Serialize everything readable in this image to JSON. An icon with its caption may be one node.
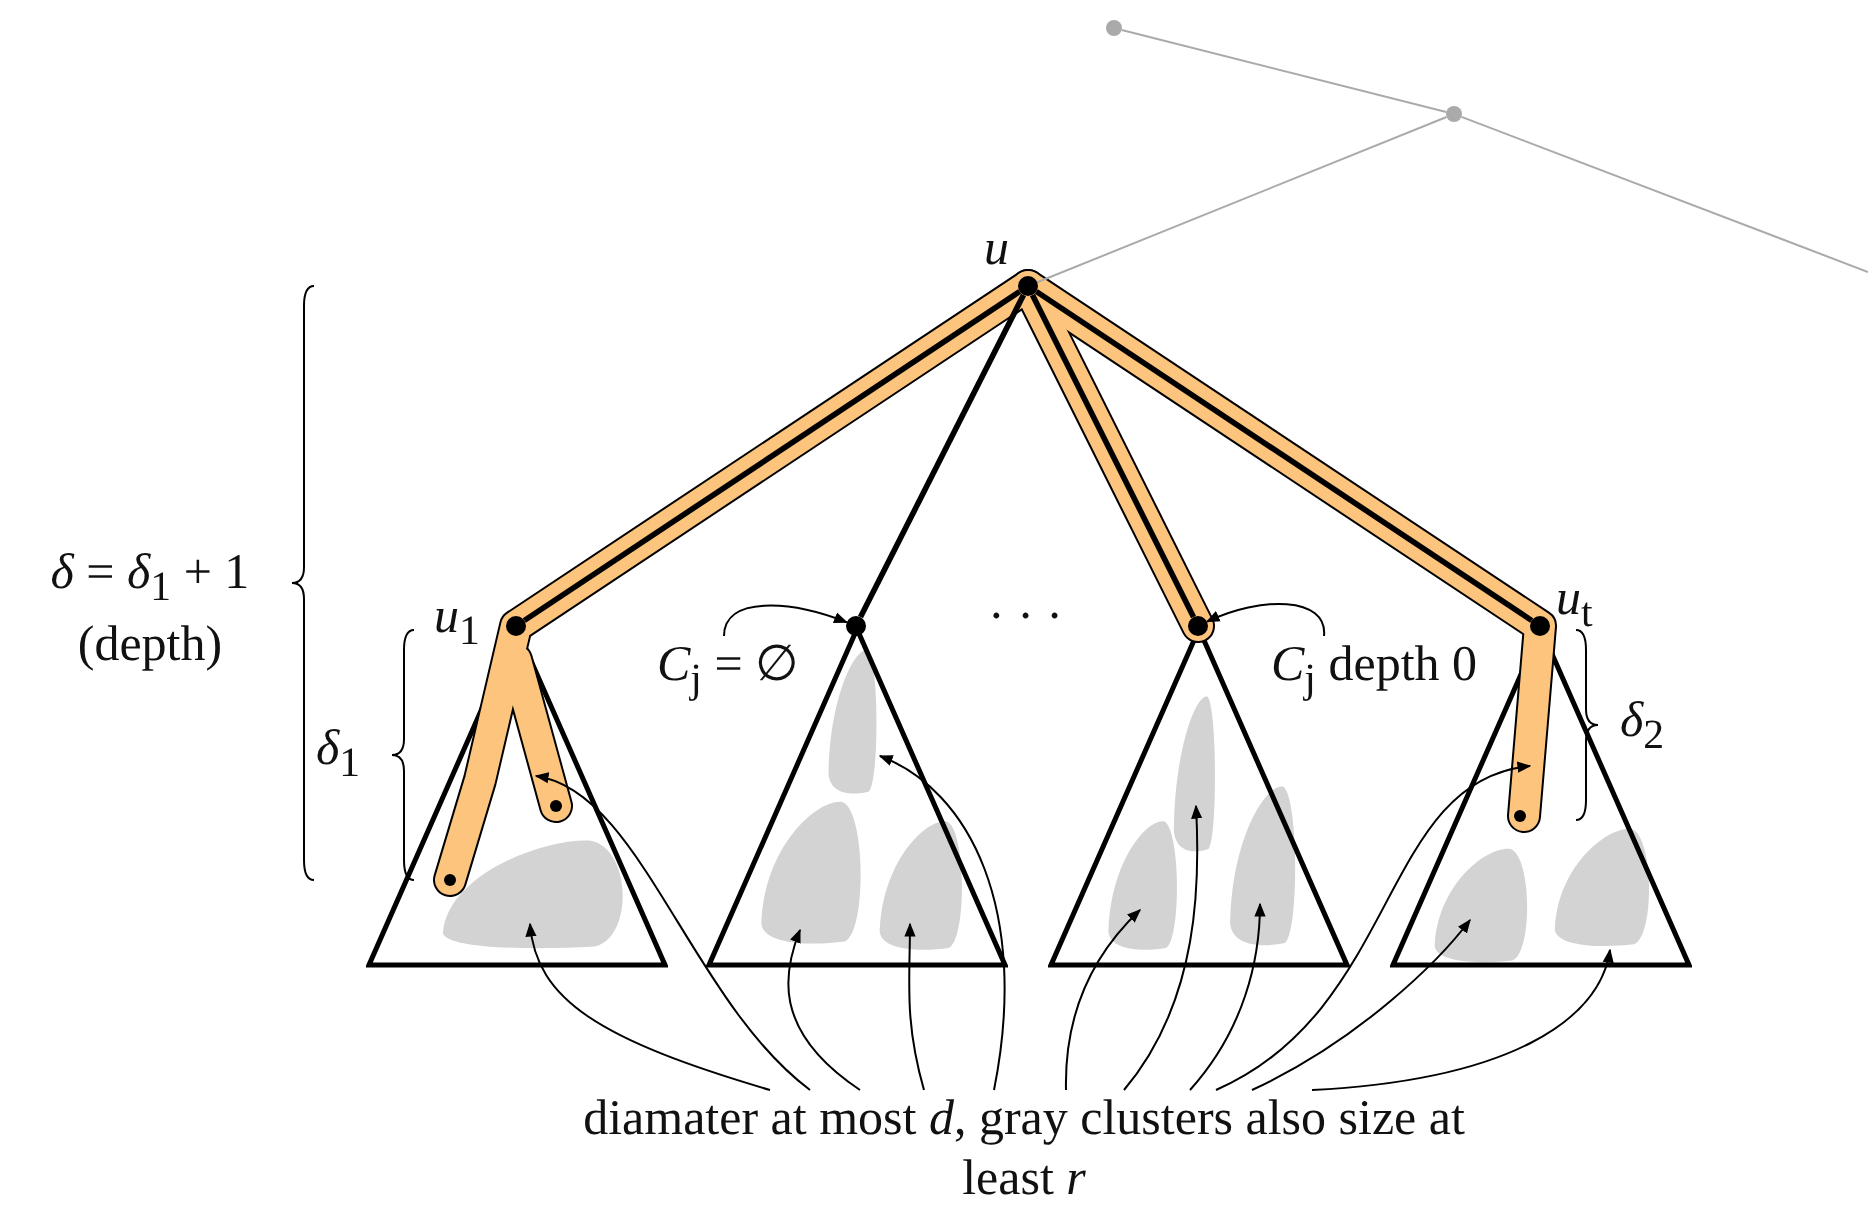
{
  "diagram": {
    "nodes": [
      {
        "text": [],
        "shape": "circle"
      },
      {
        "text": [],
        "shape": "circle"
      },
      {
        "text": [],
        "shape": "circle",
        "beside": [
          "*u*"
        ]
      },
      {
        "text": [],
        "shape": "triangle"
      },
      {
        "text": [],
        "shape": "circle",
        "beside": [
          "*u*$_{1}$"
        ]
      },
      {
        "text": [],
        "shape": "blob",
        "in": 3
      },
      {
        "text": [],
        "shape": "triangle"
      },
      {
        "text": [],
        "shape": "circle"
      },
      {
        "text": [],
        "shape": "blob",
        "in": 6
      },
      {
        "text": [],
        "shape": "blob",
        "in": 6
      },
      {
        "text": [],
        "shape": "blob",
        "in": 6
      },
      {
        "text": [],
        "shape": "triangle"
      },
      {
        "text": [],
        "shape": "circle"
      },
      {
        "text": [],
        "shape": "blob",
        "in": 11
      },
      {
        "text": [],
        "shape": "blob",
        "in": 11
      },
      {
        "text": [],
        "shape": "blob",
        "in": 11
      },
      {
        "text": [],
        "shape": "triangle"
      },
      {
        "text": [],
        "shape": "circle",
        "beside": [
          "*u*$_{t}$"
        ]
      },
      {
        "text": [],
        "shape": "blob",
        "in": 16
      },
      {
        "text": [],
        "shape": "blob",
        "in": 16
      },
      {
        "text": [
          "*C*$_{j}$ = ∅"
        ]
      },
      {
        "text": [
          "*C*$_{j}$ depth 0"
        ]
      },
      {
        "text": [
          "diamater at most *d*, gray clusters also size at least *r*"
        ]
      }
    ],
    "edges": [
      {
        "from": 1,
        "to": 0,
        "arrow": "none",
        "color": "#aaaaaa"
      },
      {
        "from": 2,
        "to": 1,
        "arrow": "none",
        "color": "#aaaaaa"
      },
      {
        "from": 1,
        "to": null,
        "arrow": "none",
        "color": "#aaaaaa"
      },
      {
        "from": 2,
        "to": 4,
        "arrow": "none",
        "style": "thick"
      },
      {
        "from": 2,
        "to": 7,
        "arrow": "none",
        "style": "thick"
      },
      {
        "from": 2,
        "to": 12,
        "arrow": "none",
        "style": "thick"
      },
      {
        "from": 2,
        "to": 17,
        "arrow": "none",
        "style": "thick"
      },
      {
        "from": 20,
        "to": 7,
        "arrow": "to"
      },
      {
        "from": 21,
        "to": 12,
        "arrow": "to"
      },
      {
        "from": 22,
        "to": 5,
        "arrow": "to"
      },
      {
        "from": 22,
        "to": 3,
        "arrow": "to"
      },
      {
        "from": 22,
        "to": 9,
        "arrow": "to"
      },
      {
        "from": 22,
        "to": 10,
        "arrow": "to"
      },
      {
        "from": 22,
        "to": 8,
        "arrow": "to"
      },
      {
        "from": 22,
        "to": 13,
        "arrow": "to"
      },
      {
        "from": 22,
        "to": 14,
        "arrow": "to"
      },
      {
        "from": 22,
        "to": 15,
        "arrow": "to"
      },
      {
        "from": 22,
        "to": 16,
        "arrow": "to"
      },
      {
        "from": 22,
        "to": 18,
        "arrow": "to"
      },
      {
        "from": 22,
        "to": 19,
        "arrow": "to"
      }
    ],
    "labels": [
      "*δ* = *δ*$_{1}$ + 1 (depth)",
      "· · ·",
      "*δ*$_{1}$",
      "*δ*$_{2}$"
    ]
  }
}
